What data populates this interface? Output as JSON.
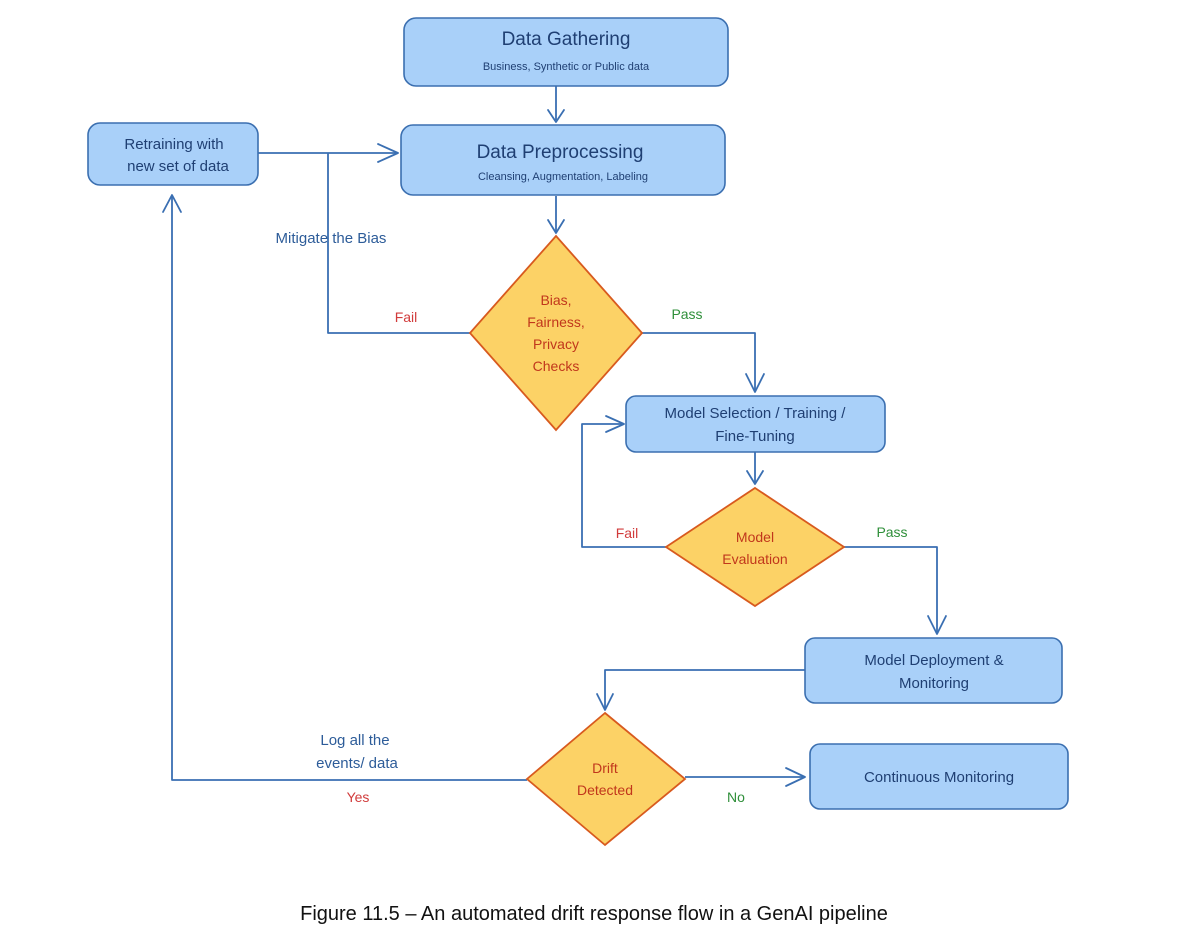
{
  "nodes": {
    "data_gathering": {
      "title": "Data Gathering",
      "subtitle": "Business, Synthetic or Public data"
    },
    "data_preprocessing": {
      "title": "Data Preprocessing",
      "subtitle": "Cleansing, Augmentation, Labeling"
    },
    "retraining": {
      "line1": "Retraining with",
      "line2": "new set of data"
    },
    "bias_checks": {
      "line1": "Bias,",
      "line2": "Fairness,",
      "line3": "Privacy",
      "line4": "Checks"
    },
    "model_selection": {
      "line1": "Model Selection / Training /",
      "line2": "Fine-Tuning"
    },
    "model_evaluation": {
      "line1": "Model",
      "line2": "Evaluation"
    },
    "model_deployment": {
      "line1": "Model Deployment &",
      "line2": "Monitoring"
    },
    "drift_detected": {
      "line1": "Drift",
      "line2": "Detected"
    },
    "continuous_monitoring": {
      "title": "Continuous Monitoring"
    }
  },
  "edge_labels": {
    "mitigate_bias": "Mitigate the Bias",
    "bias_fail": "Fail",
    "bias_pass": "Pass",
    "eval_fail": "Fail",
    "eval_pass": "Pass",
    "log_line1": "Log all the",
    "log_line2": "events/ data",
    "drift_yes": "Yes",
    "drift_no": "No"
  },
  "caption": "Figure 11.5 – An automated drift response flow in a GenAI pipeline",
  "colors": {
    "box_fill": "#a9d0f9",
    "box_stroke": "#3b6fb0",
    "diamond_fill": "#fcd266",
    "diamond_stroke": "#d85a1e",
    "connector": "#3a6fb2",
    "fail": "#d13b3b",
    "pass": "#2f8f3a"
  }
}
